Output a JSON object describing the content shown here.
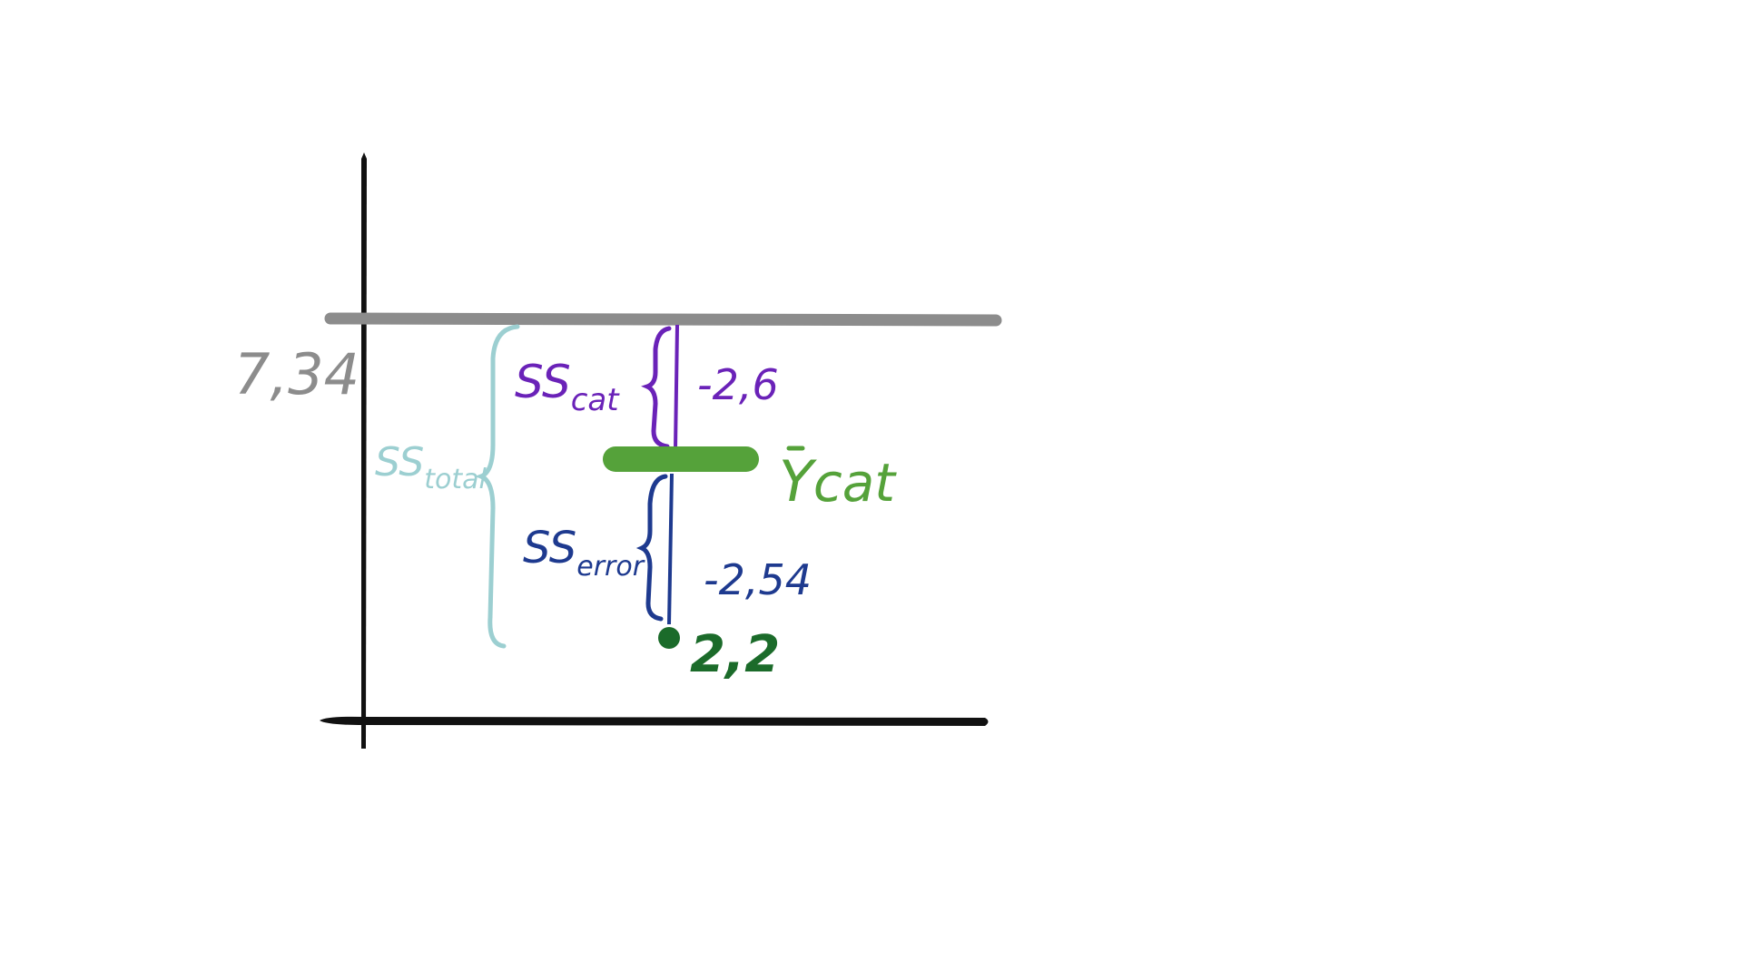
{
  "diagram": {
    "overall_mean_label": "7,34",
    "ss_total": {
      "main": "SS",
      "sub": "total"
    },
    "ss_cat": {
      "main": "SS",
      "sub": "cat"
    },
    "ss_error": {
      "main": "SS",
      "sub": "error"
    },
    "ss_cat_value": "-2,6",
    "ss_error_value": "-2,54",
    "group_mean": {
      "main": "Y",
      "sub": "cat"
    },
    "point_value": "2,2"
  },
  "colors": {
    "axis": "#111111",
    "overall_mean_line": "#8c8c8c",
    "ss_total": "#9ccfd1",
    "ss_cat": "#6a22b8",
    "ss_error": "#1e3a8f",
    "group_mean": "#55a23a",
    "point": "#1b6b2a"
  }
}
